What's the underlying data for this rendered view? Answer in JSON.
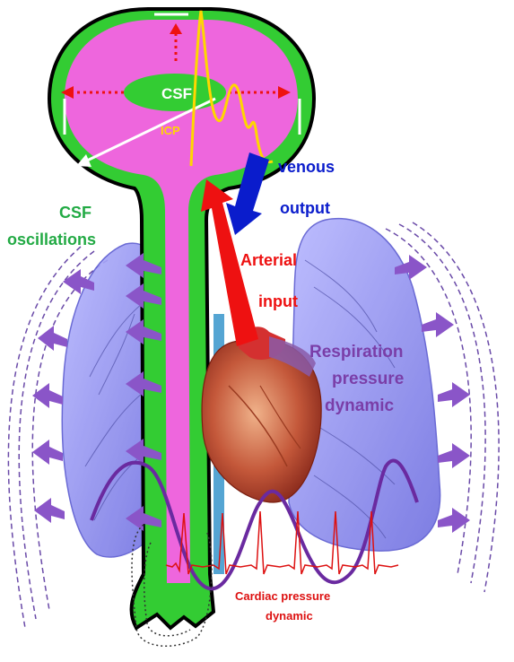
{
  "labels": {
    "csf": "CSF",
    "icp": "ICP",
    "venous_line1": "venous",
    "venous_line2": "output",
    "csf_osc_line1": "CSF",
    "csf_osc_line2": "oscillations",
    "arterial_line1": "Arterial",
    "arterial_line2": "input",
    "resp_line1": "Respiration",
    "resp_line2": "pressure",
    "resp_line3": "dynamic",
    "cardiac_line1": "Cardiac pressure",
    "cardiac_line2": "dynamic"
  },
  "colors": {
    "csf_green": "#33cc33",
    "brain_pink": "#ee66dd",
    "icp_yellow": "#ffd700",
    "venous_blue": "#0a1ccc",
    "arterial_red": "#ee1111",
    "respiration_purple": "#7a3ea8",
    "cardiac_red": "#dd1111",
    "lung_blue": "#8c8cf0"
  }
}
